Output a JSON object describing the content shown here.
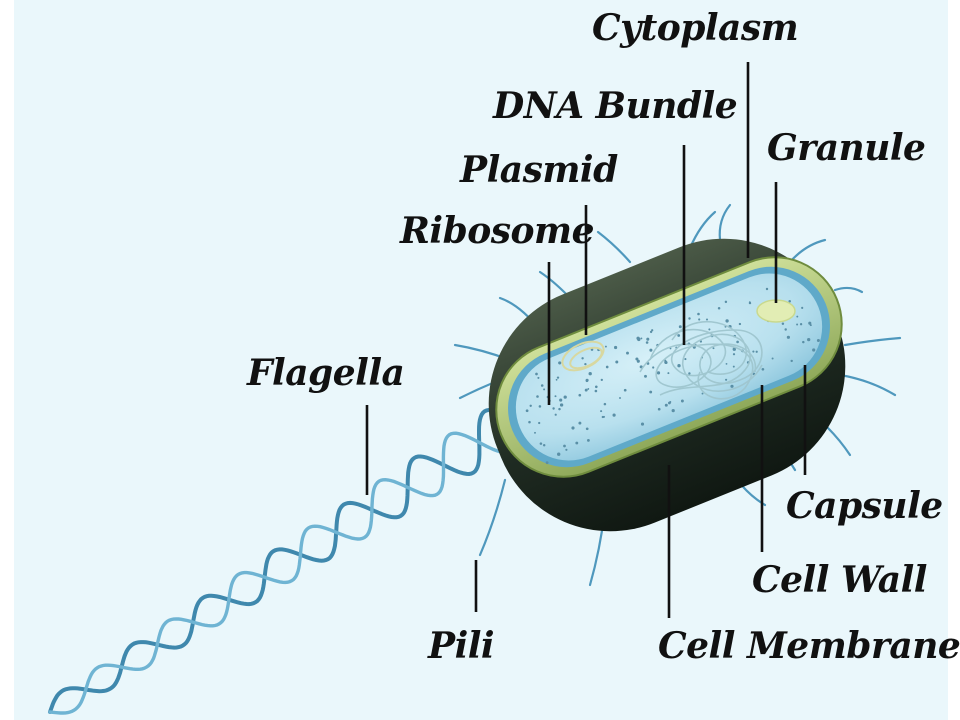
{
  "diagram": {
    "labels": {
      "cytoplasm": "Cytoplasm",
      "dna_bundle": "DNA Bundle",
      "granule": "Granule",
      "plasmid": "Plasmid",
      "ribosome": "Ribosome",
      "flagella": "Flagella",
      "capsule": "Capsule",
      "cell_wall": "Cell Wall",
      "pili": "Pili",
      "cell_membrane": "Cell Membrane"
    },
    "colors": {
      "background": "#eaf7fb",
      "capsule_outer": "#b3c77a",
      "cell_wall": "#5fa9c9",
      "cytoplasm": "#b8e0ee",
      "body_shadow": "#1f2b22",
      "flagellum": "#3f88ad",
      "granule": "#e2edb4",
      "label_text": "#111111"
    }
  }
}
